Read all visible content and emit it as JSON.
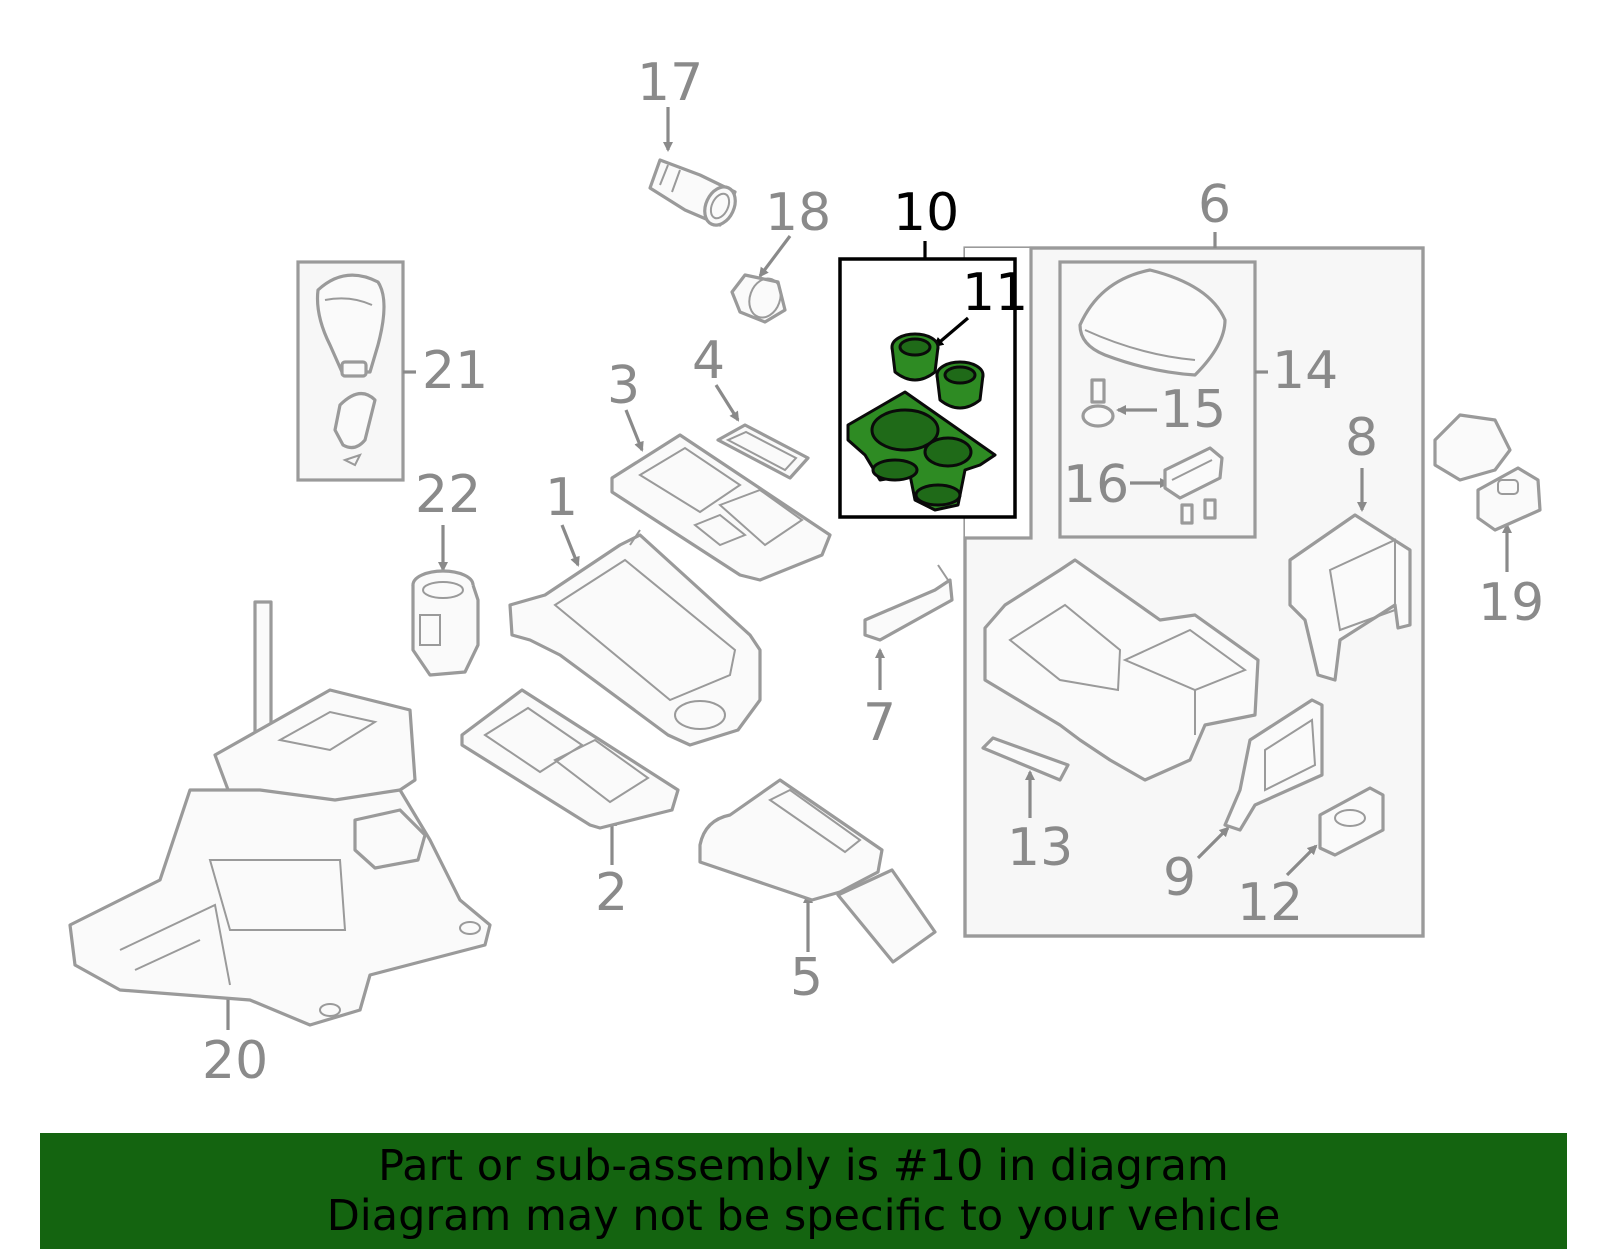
{
  "callouts": {
    "c1": "1",
    "c2": "2",
    "c3": "3",
    "c4": "4",
    "c5": "5",
    "c6": "6",
    "c7": "7",
    "c8": "8",
    "c9": "9",
    "c10": "10",
    "c11": "11",
    "c12": "12",
    "c13": "13",
    "c14": "14",
    "c15": "15",
    "c16": "16",
    "c17": "17",
    "c18": "18",
    "c19": "19",
    "c20": "20",
    "c21": "21",
    "c22": "22"
  },
  "highlighted_part": "10",
  "colors": {
    "highlight_fill": "#2e8b23",
    "banner_bg": "#146410",
    "part_stroke": "#9a9a9a",
    "callout_gray": "#8a8a8a"
  },
  "banner": {
    "line1": "Part or sub-assembly is #10 in diagram",
    "line2": "Diagram may not be specific to your vehicle"
  }
}
